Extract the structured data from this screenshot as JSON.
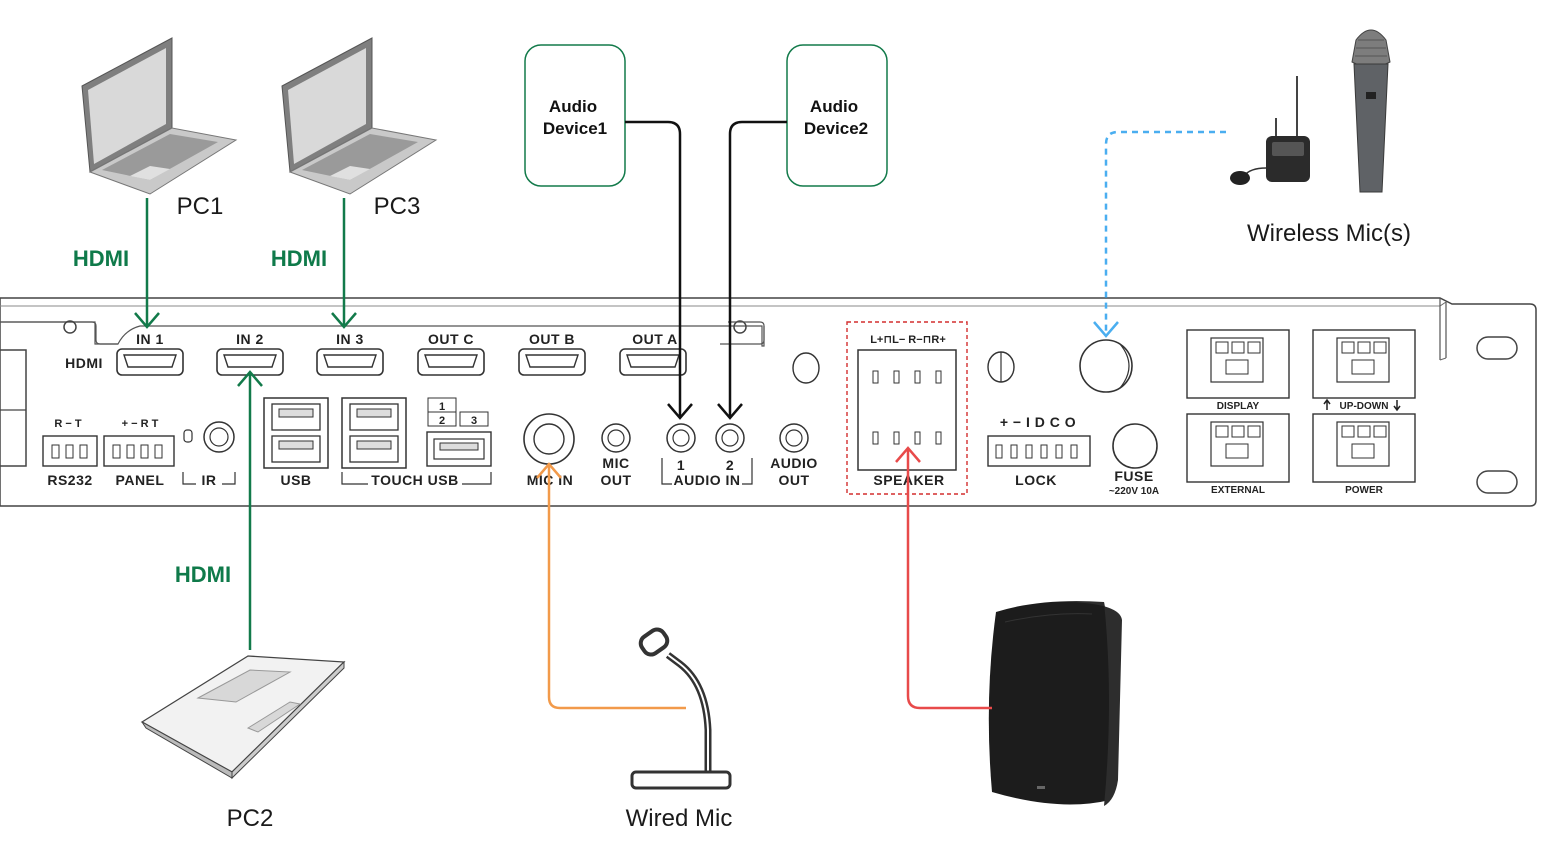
{
  "devices": {
    "pc1": "PC1",
    "pc2": "PC2",
    "pc3": "PC3",
    "audio_device1": [
      "Audio",
      "Device1"
    ],
    "audio_device2": [
      "Audio",
      "Device2"
    ],
    "wireless_mic": "Wireless Mic(s)",
    "wired_mic": "Wired Mic"
  },
  "cables": {
    "hdmi_label": "HDMI"
  },
  "colors": {
    "hdmi": "#127a4a",
    "audio": "#111111",
    "wired_mic": "#f29a4a",
    "speaker": "#e84a4a",
    "wireless": "#4aaef0",
    "box_border": "#127a4a"
  },
  "panel": {
    "hdmi_label": "HDMI",
    "hdmi_ports": [
      "IN 1",
      "IN 2",
      "IN 3",
      "OUT C",
      "OUT B",
      "OUT A"
    ],
    "rs232": "RS232",
    "rs232_pins": "R  −  T",
    "panel": "PANEL",
    "panel_pins": "+  −  R  T",
    "ir": "IR",
    "usb": "USB",
    "touch_usb": "TOUCH USB",
    "touch_nums": [
      "1",
      "2",
      "3"
    ],
    "mic_in": "MIC IN",
    "mic_out": [
      "MIC",
      "OUT"
    ],
    "audio_in": "AUDIO IN",
    "audio_in_nums": [
      "1",
      "2"
    ],
    "audio_out": [
      "AUDIO",
      "OUT"
    ],
    "speaker": "SPEAKER",
    "speaker_pins": "L+⊓L−  R−⊓R+",
    "lock": "LOCK",
    "lock_pins": "+  −  I  D  C  O",
    "fuse": "FUSE",
    "fuse_rating": "~220V 10A",
    "display": "DISPLAY",
    "updown": "UP-DOWN",
    "external": "EXTERNAL",
    "power": "POWER"
  }
}
